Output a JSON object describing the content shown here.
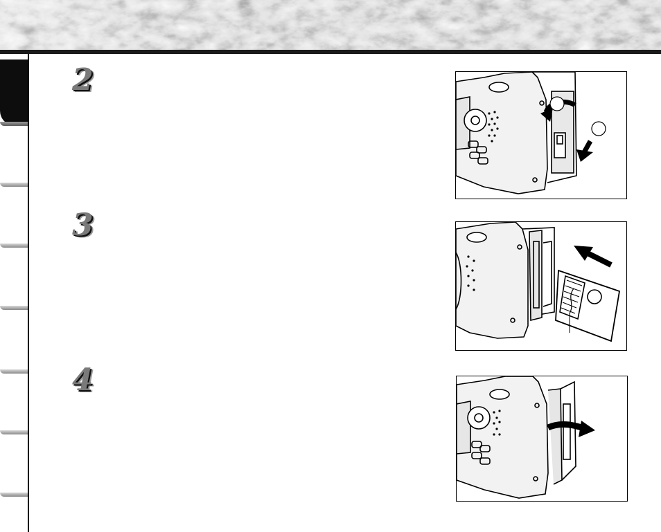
{
  "steps": [
    {
      "number": "2"
    },
    {
      "number": "3"
    },
    {
      "number": "4"
    }
  ],
  "figures": [
    {
      "icons": [
        "camera-back-icon",
        "card-cover-arrow-icon",
        "slide-down-arrow-icon"
      ]
    },
    {
      "icons": [
        "camera-side-icon",
        "memory-card-icon",
        "insert-arrow-icon"
      ]
    },
    {
      "icons": [
        "camera-back-icon",
        "close-cover-arrow-icon"
      ]
    }
  ],
  "colors": {
    "rule": "#1a1a1a",
    "active_tab": "#0d0d0d",
    "step_number": "#7a7a7a"
  }
}
